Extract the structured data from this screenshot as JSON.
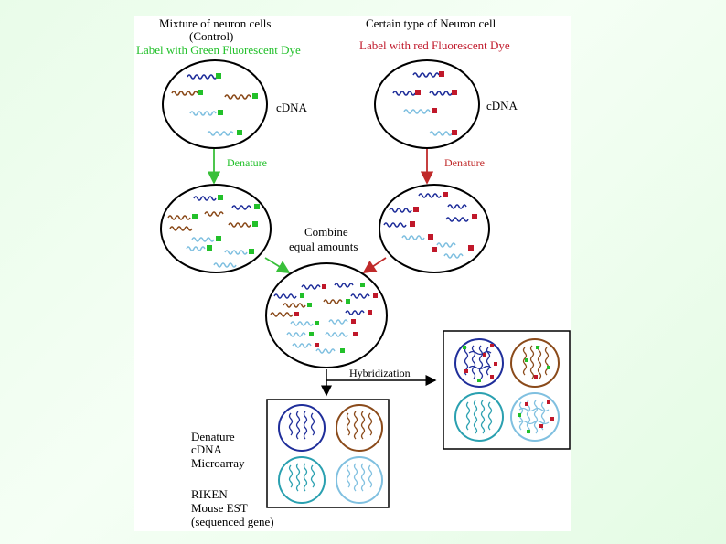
{
  "left_header": {
    "line1": "Mixture of neuron cells",
    "line2": "(Control)",
    "line3": "Label with Green Fluorescent Dye"
  },
  "right_header": {
    "line1": "Certain type of Neuron cell",
    "line2": "Label with red Fluorescent Dye"
  },
  "labels": {
    "cdna": "cDNA",
    "denature": "Denature",
    "combine_1": "Combine",
    "combine_2": "equal amounts",
    "hybridization": "Hybridization"
  },
  "microarray_text": {
    "line1": "Denature",
    "line2": "cDNA",
    "line3": "Microarray",
    "line4": "RIKEN",
    "line5": "Mouse EST",
    "line6": "(sequenced gene)"
  },
  "colors": {
    "green_dye": "#22c02a",
    "red_dye": "#c0182a",
    "navy_strand": "#1f2e9a",
    "brown_strand": "#8a4a1a",
    "teal_strand": "#2aa0b0",
    "lightblue_strand": "#80c0e0",
    "green_arrow": "#39c03a",
    "red_arrow": "#c02a2a"
  }
}
